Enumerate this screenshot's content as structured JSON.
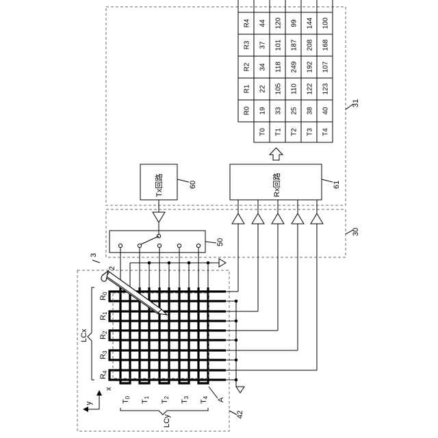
{
  "labels": {
    "ref_31": "31",
    "ref_30": "30",
    "ref_3": "3",
    "ref_2": "2",
    "ref_42": "42",
    "ref_50": "50",
    "ref_60": "60",
    "ref_61": "61",
    "ref_A": "A",
    "tx_circuit": "Tx回路",
    "rx_circuit": "Rx回路",
    "lcx": "LCx",
    "lcy": "LCy",
    "axis_x": "x",
    "axis_y": "y"
  },
  "rows": [
    {
      "label": "R",
      "sub": "0"
    },
    {
      "label": "R",
      "sub": "1"
    },
    {
      "label": "R",
      "sub": "2"
    },
    {
      "label": "R",
      "sub": "3"
    },
    {
      "label": "R",
      "sub": "4"
    }
  ],
  "cols": [
    {
      "label": "T",
      "sub": "0"
    },
    {
      "label": "T",
      "sub": "1"
    },
    {
      "label": "T",
      "sub": "2"
    },
    {
      "label": "T",
      "sub": "3"
    },
    {
      "label": "T",
      "sub": "4"
    }
  ],
  "table": {
    "corner": "",
    "row_headers": [
      "R0",
      "R1",
      "R2",
      "R3",
      "R4"
    ],
    "col_headers": [
      "T0",
      "T1",
      "T2",
      "T3",
      "T4"
    ],
    "values": [
      [
        19,
        33,
        25,
        38,
        40
      ],
      [
        22,
        105,
        110,
        122,
        123
      ],
      [
        34,
        118,
        249,
        192,
        107
      ],
      [
        37,
        101,
        187,
        208,
        168
      ],
      [
        44,
        120,
        99,
        144,
        100
      ]
    ]
  }
}
